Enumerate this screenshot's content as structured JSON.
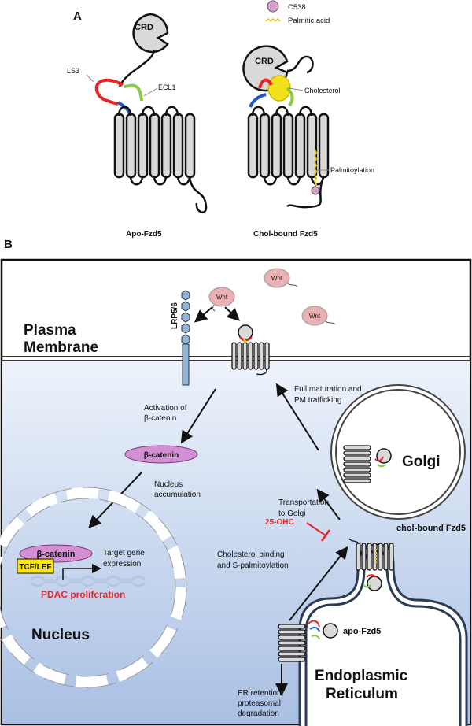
{
  "panel_a": {
    "letter": "A",
    "legend": {
      "c538": "C538",
      "palmitic": "Palmitic acid",
      "c538_color": "#d59fd0",
      "palmitic_color": "#e6c21c"
    },
    "apo": {
      "crd": "CRD",
      "ls3": "LS3",
      "ecl1": "ECL1",
      "caption": "Apo-Fzd5"
    },
    "chol": {
      "crd": "CRD",
      "cholesterol": "Cholesterol",
      "palmitoylation": "Palmitoylation",
      "caption": "Chol-bound Fzd5"
    }
  },
  "panel_b": {
    "letter": "B",
    "plasma_membrane": [
      "Plasma",
      "Membrane"
    ],
    "lrp": "LRP5/6",
    "wnt": "Wnt",
    "activation": [
      "Activation of",
      "β-catenin"
    ],
    "full_maturation": [
      "Full maturation and",
      "PM trafficking"
    ],
    "beta_catenin": "β-catenin",
    "nucleus_accumulation": [
      "Nucleus",
      "accumulation"
    ],
    "golgi": "Golgi",
    "transportation": [
      "Transportation",
      "to Golgi"
    ],
    "tcf_lef": "TCF/LEF",
    "target_gene": [
      "Target gene",
      "expression"
    ],
    "pdac": "PDAC proliferation",
    "ohc": "25-OHC",
    "chol_bound": "chol-bound Fzd5",
    "chol_binding": [
      "Cholesterol binding",
      "and S-palmitoylation"
    ],
    "apo_fzd5": "apo-Fzd5",
    "nucleus": "Nucleus",
    "er": [
      "Endoplasmic",
      "Reticulum"
    ],
    "er_retention": [
      "ER retention,",
      "proteasomal",
      "degradation"
    ],
    "colors": {
      "wnt_fill": "#eab0b4",
      "catenin_fill": "#d28fd2",
      "tcf_fill": "#ffe600",
      "red_text": "#e8262a",
      "lrp_fill": "#8fb5d8"
    }
  }
}
